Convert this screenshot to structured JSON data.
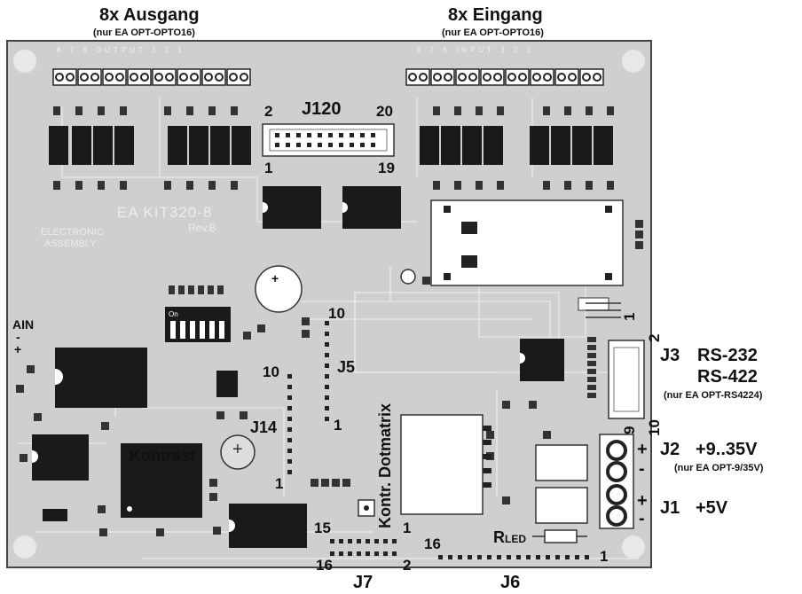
{
  "header": {
    "output_title": "8x Ausgang",
    "output_note": "(nur EA OPT-OPTO16)",
    "input_title": "8x Eingang",
    "input_note": "(nur EA OPT-OPTO16)"
  },
  "silkscreen": {
    "board_name": "EA KIT320-8",
    "board_rev": "Rev.B",
    "maker_line1": "ELECTRONIC",
    "maker_line2": "ASSEMBLY",
    "output_strip": "8 7 6 OUTPUT 3 2 1",
    "input_strip": "8 7 6 INPUT 3 2 1"
  },
  "connectors": {
    "j120": {
      "name": "J120",
      "pin_top_left": "2",
      "pin_top_right": "20",
      "pin_bottom_left": "1",
      "pin_bottom_right": "19"
    },
    "j5": {
      "name": "J5",
      "pin_top": "10",
      "pin_bottom": "1"
    },
    "j14": {
      "name": "J14",
      "pin_top": "10",
      "pin_bottom": "1"
    },
    "j3": {
      "name": "J3",
      "line1": "RS-232",
      "line2": "RS-422",
      "note": "(nur EA OPT-RS4224)",
      "pin_1": "1",
      "pin_2": "2",
      "pin_9": "9",
      "pin_10": "10"
    },
    "j2": {
      "name": "J2",
      "label": "+9..35V",
      "note": "(nur EA OPT-9/35V)",
      "plus": "+",
      "minus": "-"
    },
    "j1": {
      "name": "J1",
      "label": "+5V",
      "plus": "+",
      "minus": "-"
    },
    "j7": {
      "name": "J7",
      "pin_15": "15",
      "pin_16": "16",
      "pin_2": "2",
      "pin_1": "1"
    },
    "j6": {
      "name": "J6",
      "pin_16": "16",
      "pin_1": "1"
    }
  },
  "labels": {
    "ain": "AIN",
    "ain_minus": "-",
    "ain_plus": "+",
    "kontrast": "Kontrast",
    "kontr_dotmatrix": "Kontr. Dotmatrix",
    "rled_r": "R",
    "rled_sub": "LED",
    "dip_on": "On",
    "cap_plus": "+"
  }
}
